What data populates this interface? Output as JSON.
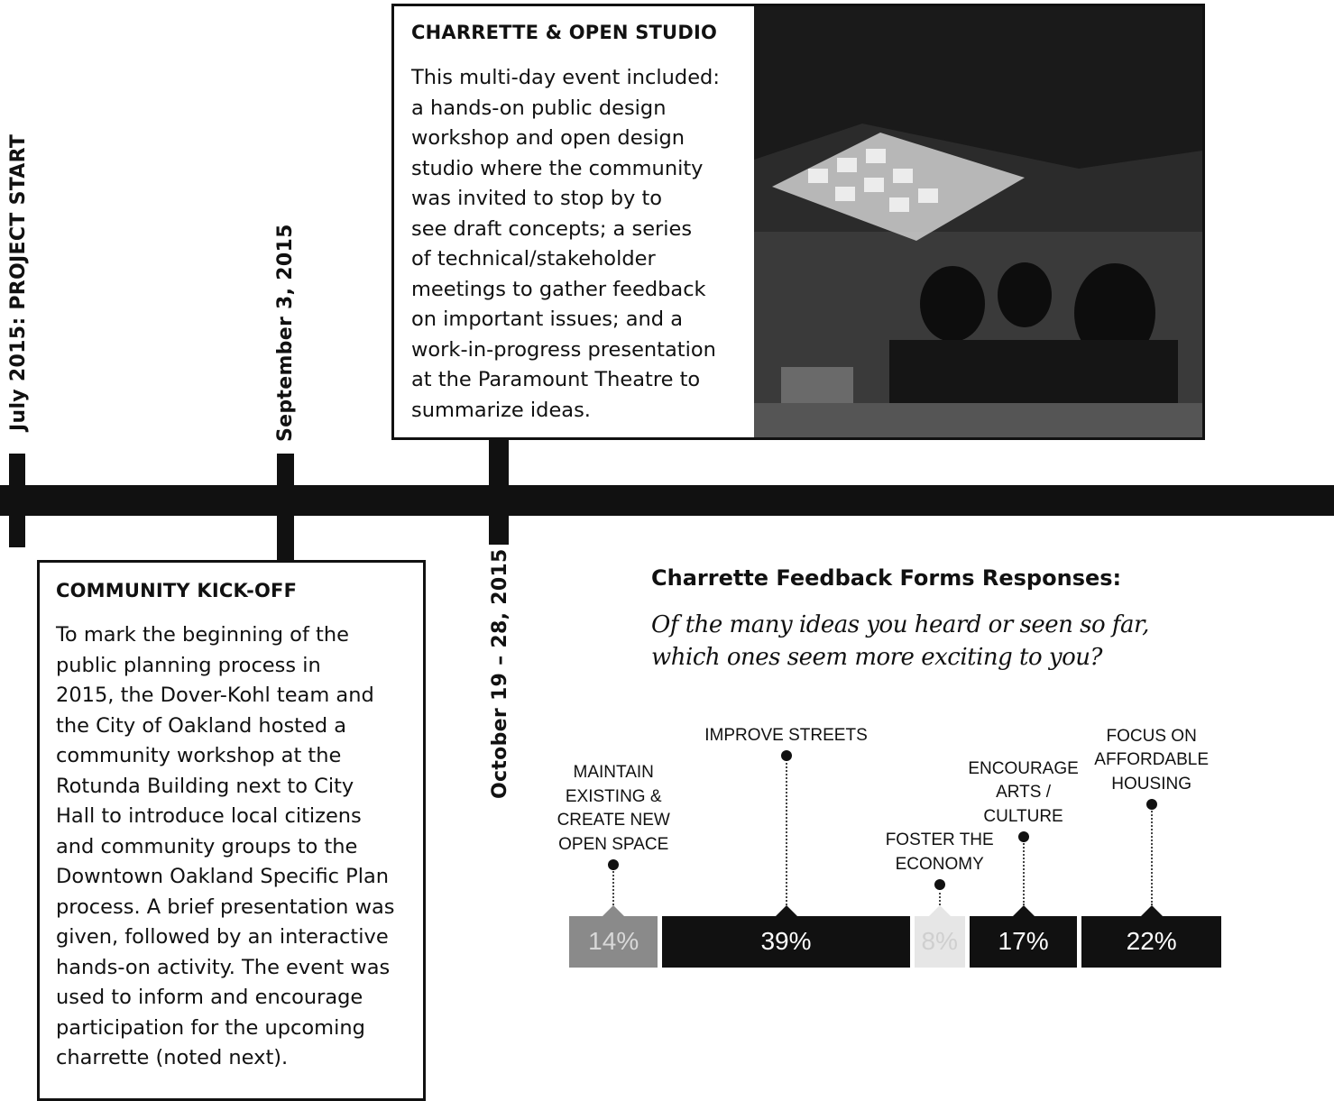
{
  "timeline": {
    "start_label": "July 2015: PROJECT START",
    "kickoff_date": "September 3, 2015",
    "charrette_date": "October 19 – 28, 2015"
  },
  "kickoff": {
    "title": "COMMUNITY KICK-OFF",
    "lines": [
      "To mark the beginning of the",
      "public planning process in",
      "2015, the Dover-Kohl team and",
      "the City of Oakland hosted a",
      "community workshop at the",
      "Rotunda Building next to City",
      "Hall to introduce local citizens",
      "and community groups to the",
      "Downtown Oakland Specific Plan",
      "process. A brief presentation was",
      "given, followed by an interactive",
      "hands-on activity. The event was",
      "used to inform and encourage",
      "participation for the upcoming",
      "charrette (noted next)."
    ]
  },
  "charrette": {
    "title": "CHARRETTE & OPEN STUDIO",
    "lines": [
      "This multi-day event included:",
      "a hands-on public design",
      "workshop and open design",
      "studio where the community",
      "was invited to stop by to",
      "see draft concepts; a series",
      "of technical/stakeholder",
      "meetings to gather feedback",
      "on important issues; and a",
      "work-in-progress presentation",
      "at the Paramount Theatre to",
      "summarize ideas."
    ]
  },
  "feedback": {
    "title": "Charrette Feedback Forms Responses:",
    "subtitle_line1": "Of the many ideas you heard or seen so far,",
    "subtitle_line2": "which ones seem more exciting to you?"
  },
  "chart_data": {
    "type": "bar",
    "orientation": "stacked-horizontal",
    "title": "Charrette Feedback Forms Responses:",
    "categories": [
      "MAINTAIN EXISTING & CREATE NEW OPEN SPACE",
      "IMPROVE STREETS",
      "FOSTER THE ECONOMY",
      "ENCOURAGE ARTS / CULTURE",
      "FOCUS ON AFFORDABLE HOUSING"
    ],
    "category_labels": [
      "MAINTAIN\nEXISTING &\nCREATE NEW\nOPEN SPACE",
      "IMPROVE STREETS",
      "FOSTER THE\nECONOMY",
      "ENCOURAGE\nARTS /\nCULTURE",
      "FOCUS ON\nAFFORDABLE\nHOUSING"
    ],
    "values": [
      14,
      39,
      8,
      17,
      22
    ],
    "value_labels": [
      "14%",
      "39%",
      "8%",
      "17%",
      "22%"
    ],
    "colors": [
      "#8a8a8a",
      "#111111",
      "#e6e6e6",
      "#111111",
      "#111111"
    ],
    "text_colors": [
      "#d8d8d8",
      "#ffffff",
      "#cfcfcf",
      "#ffffff",
      "#ffffff"
    ]
  }
}
